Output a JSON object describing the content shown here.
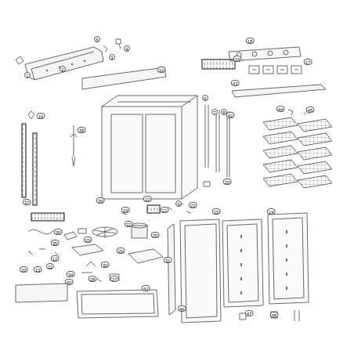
{
  "diagram": {
    "labels": [
      "1",
      "2",
      "5",
      "3",
      "4",
      "10",
      "18",
      "19",
      "17",
      "43",
      "16",
      "6",
      "7",
      "8",
      "42",
      "44",
      "45",
      "38",
      "37",
      "39",
      "9",
      "11",
      "12",
      "13",
      "14",
      "15",
      "20",
      "21",
      "22",
      "23",
      "24",
      "25",
      "26",
      "27",
      "28",
      "29",
      "30",
      "31",
      "32",
      "33",
      "34",
      "35",
      "36",
      "40",
      "41",
      "46",
      "47",
      "48"
    ]
  }
}
